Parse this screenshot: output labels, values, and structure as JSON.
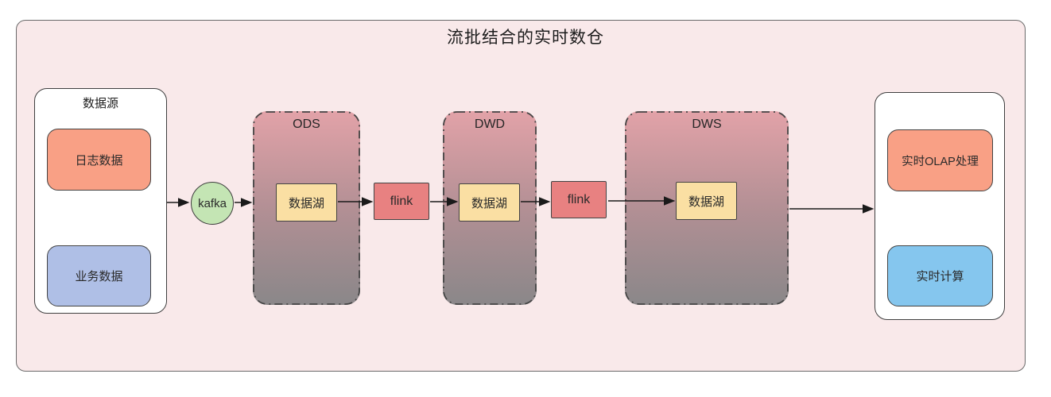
{
  "title": "流批结合的实时数仓",
  "source_panel": {
    "label": "数据源",
    "items": [
      {
        "label": "日志数据"
      },
      {
        "label": "业务数据"
      }
    ]
  },
  "kafka": {
    "label": "kafka"
  },
  "stages": [
    {
      "name": "ODS",
      "node": "数据湖"
    },
    {
      "name": "DWD",
      "node": "数据湖"
    },
    {
      "name": "DWS",
      "node": "数据湖"
    }
  ],
  "flink_nodes": [
    {
      "label": "flink"
    },
    {
      "label": "flink"
    }
  ],
  "output_panel": {
    "items": [
      {
        "label": "实时OLAP处理"
      },
      {
        "label": "实时计算"
      }
    ]
  },
  "colors": {
    "background": "#ffffff",
    "frame_fill": "#f9e9ea",
    "frame_border": "#6a6a6a",
    "log_data_fill": "#f9a085",
    "biz_data_fill": "#afbfe6",
    "kafka_fill": "#c4e5b4",
    "stage_gradient_top": "#e2a2a8",
    "stage_gradient_bottom": "#8a8789",
    "lake_fill": "#fadfa3",
    "flink_fill": "#e88181",
    "olap_fill": "#f9a085",
    "rt_calc_fill": "#85c6ee",
    "arrow": "#1a1a1a"
  }
}
